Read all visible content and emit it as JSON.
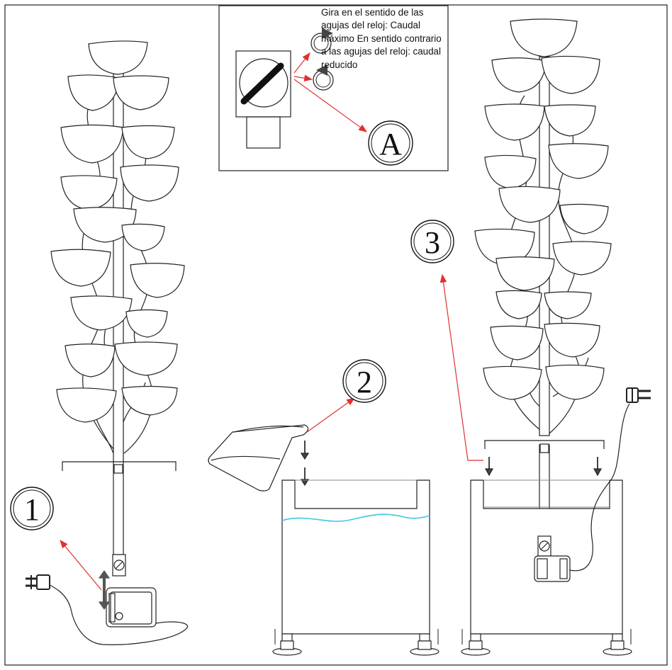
{
  "instruction_text": "Gira en el sentido de las agujas del reloj: Caudal máximo En sentido contrario a las agujas del reloj: caudal reducido",
  "labels": {
    "step1": "1",
    "step2": "2",
    "step3": "3",
    "valve": "A"
  },
  "colors": {
    "line": "#111111",
    "arrow_red": "#e03030",
    "water_blue": "#3cc8e0"
  }
}
